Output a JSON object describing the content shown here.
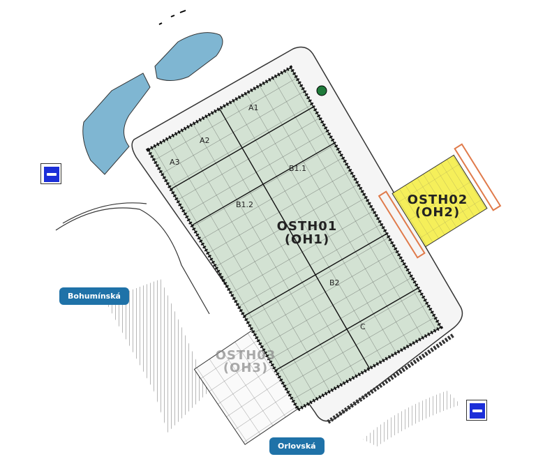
{
  "map": {
    "sections": [
      "A1",
      "A2",
      "A3",
      "B1.1",
      "B1.2",
      "B2",
      "C"
    ],
    "buildings": {
      "osth01": {
        "code": "OSTH01",
        "alias": "(OH1)"
      },
      "osth02": {
        "code": "OSTH02",
        "alias": "(OH2)"
      },
      "osth03": {
        "code": "OSTH03",
        "alias": "(OH3)"
      }
    },
    "roads": {
      "bohuminska": "Bohumínská",
      "orlovska": "Orlovská"
    },
    "icons": {
      "bus_stop": "bus-stop-icon"
    },
    "colors": {
      "building": "#d3e2d3",
      "highlight": "#f5ef5a",
      "water": "#7fb6d2",
      "road_label": "#1f72a8",
      "bus_sign": "#1c2fd8"
    }
  }
}
